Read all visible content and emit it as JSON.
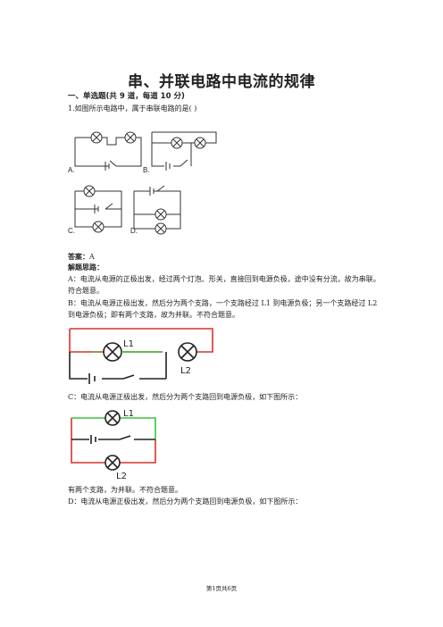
{
  "title": "串、并联电路中电流的规律",
  "section": "一、单选题(共 9 道，每道 10 分)",
  "question": "1.如图所示电路中，属于串联电路的是(        )",
  "options": {
    "a": "A.",
    "b": "B.",
    "c": "C.",
    "d": "D."
  },
  "answer_label": "答案：",
  "answer_value": "A",
  "thinking_label": "解题思路：",
  "para_a": "A：电流从电源的正极出发，经过两个灯泡、形关，直接回到电源负极，途中没有分流，故为串联。符合题意。",
  "para_b": "B：电流从电源正极出发，然后分为两个支路，一个支路经过 L1 到电源负极；另一个支路经过 L2 到电源负极；即有两个支路，故为并联。不符合题意。",
  "para_c": "C：电流从电源正极出发，然后分为两个支路回到电源负极，如下图所示：",
  "para_c2": "有两个支路，为并联。不符合题意。",
  "para_d": "D：电流从电源正极出发，然后分为两个支路回到电源负极，如下图所示：",
  "figure_b_labels": {
    "l1": "L1",
    "l2": "L2"
  },
  "figure_c_labels": {
    "l1": "L1",
    "l2": "L2"
  },
  "footer": "第1页共6页"
}
